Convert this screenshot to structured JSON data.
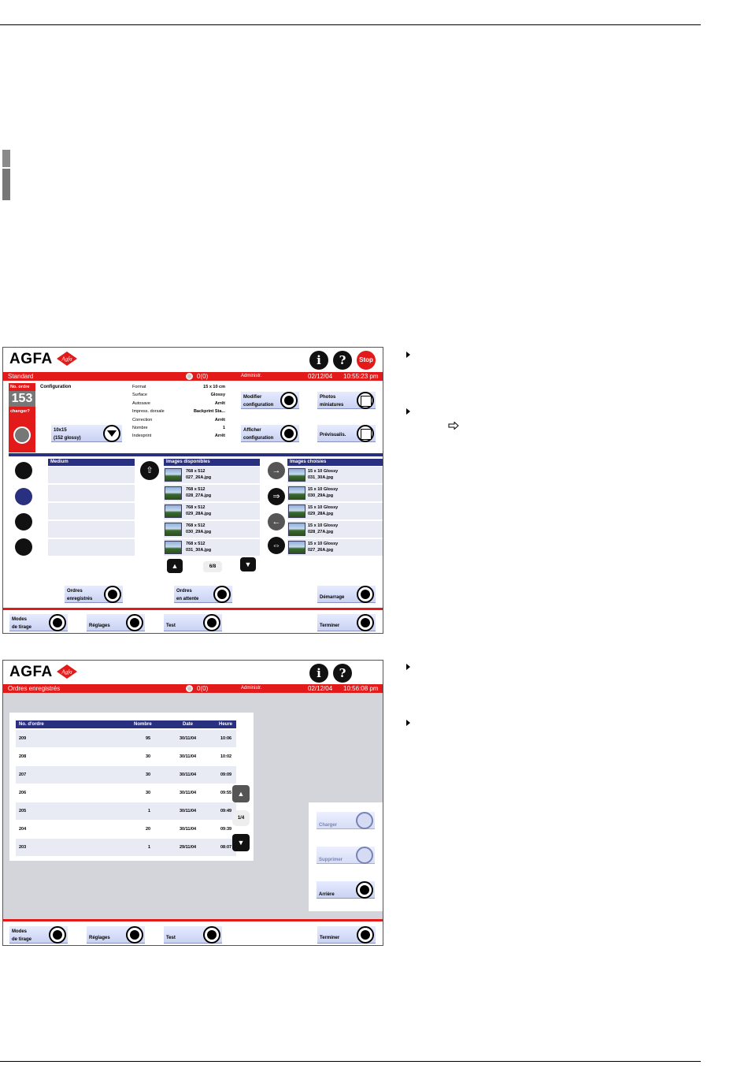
{
  "screen1": {
    "logo": "AGFA",
    "logo_badge": "Agfa",
    "icons": {
      "info": "i",
      "help": "?",
      "stop": "Stop"
    },
    "status": {
      "title": "Standard",
      "counter": "0(0)",
      "user": "Administr.",
      "date": "02/12/04",
      "time": "10:55:23 pm"
    },
    "ordre": {
      "label": "No. ordre",
      "number": "153",
      "change": "changer?"
    },
    "configuration_label": "Configuration",
    "config_fields": [
      {
        "k": "Format",
        "v": "15 x 10 cm"
      },
      {
        "k": "Surface",
        "v": "Glossy"
      },
      {
        "k": "Autosave",
        "v": "Arrêt"
      },
      {
        "k": "Impress. dorsale",
        "v": "Backprint Sta..."
      },
      {
        "k": "Correction",
        "v": "Arrêt"
      },
      {
        "k": "Nombre",
        "v": "1"
      },
      {
        "k": "Indexprint",
        "v": "Arrêt"
      }
    ],
    "format_select": {
      "line1": "10x15",
      "line2": "(152 glossy)"
    },
    "buttons": {
      "modifier": {
        "l1": "Modifier",
        "l2": "configuration"
      },
      "afficher": {
        "l1": "Afficher",
        "l2": "configuration"
      },
      "photos": {
        "l1": "Photos",
        "l2": "miniatures"
      },
      "previsualis": {
        "l1": "Prévisualis.",
        "l2": ""
      },
      "ordres_enr": {
        "l1": "Ordres",
        "l2": "enregistrés"
      },
      "ordres_att": {
        "l1": "Ordres",
        "l2": "en attente"
      },
      "demarrage": {
        "l1": "Démarrage",
        "l2": ""
      }
    },
    "medium_header": "Medium",
    "images_dispo_header": "Images disponibles",
    "images_choisies_header": "Images choisies",
    "images_dispo": [
      {
        "size": "768 x 512",
        "file": "027_26A.jpg"
      },
      {
        "size": "768 x 512",
        "file": "028_27A.jpg"
      },
      {
        "size": "768 x 512",
        "file": "029_28A.jpg"
      },
      {
        "size": "768 x 512",
        "file": "030_29A.jpg"
      },
      {
        "size": "768 x 512",
        "file": "031_30A.jpg"
      }
    ],
    "images_choisies": [
      {
        "size": "15 x 10 Glossy",
        "file": "031_30A.jpg"
      },
      {
        "size": "15 x 10 Glossy",
        "file": "030_29A.jpg"
      },
      {
        "size": "15 x 10 Glossy",
        "file": "029_28A.jpg"
      },
      {
        "size": "15 x 10 Glossy",
        "file": "028_27A.jpg"
      },
      {
        "size": "15 x 10 Glossy",
        "file": "027_26A.jpg"
      }
    ],
    "page_indicator": "6/8",
    "bottom": {
      "modes": {
        "l1": "Modes",
        "l2": "de tirage"
      },
      "reglages": {
        "l1": "Réglages",
        "l2": ""
      },
      "test": {
        "l1": "Test",
        "l2": ""
      },
      "terminer": {
        "l1": "Terminer",
        "l2": ""
      }
    }
  },
  "screen2": {
    "logo": "AGFA",
    "logo_badge": "Agfa",
    "icons": {
      "info": "i",
      "help": "?"
    },
    "status": {
      "title": "Ordres enregistrés",
      "counter": "0(0)",
      "user": "Administr.",
      "date": "02/12/04",
      "time": "10:56:08 pm"
    },
    "table_headers": {
      "ordre": "No. d'ordre",
      "nombre": "Nombre",
      "date": "Date",
      "heure": "Heure"
    },
    "rows": [
      {
        "ordre": "209",
        "nombre": "95",
        "date": "30/11/04",
        "heure": "10:06"
      },
      {
        "ordre": "208",
        "nombre": "30",
        "date": "30/11/04",
        "heure": "10:02"
      },
      {
        "ordre": "207",
        "nombre": "30",
        "date": "30/11/04",
        "heure": "09:09"
      },
      {
        "ordre": "206",
        "nombre": "30",
        "date": "30/11/04",
        "heure": "09:55"
      },
      {
        "ordre": "205",
        "nombre": "1",
        "date": "30/11/04",
        "heure": "09:49"
      },
      {
        "ordre": "204",
        "nombre": "20",
        "date": "30/11/04",
        "heure": "09:39"
      },
      {
        "ordre": "203",
        "nombre": "1",
        "date": "29/11/04",
        "heure": "08:07"
      }
    ],
    "page_indicator": "1/4",
    "side_buttons": {
      "charger": "Charger",
      "supprimer": "Supprimer",
      "arriere": "Arrière"
    },
    "bottom": {
      "modes": {
        "l1": "Modes",
        "l2": "de tirage"
      },
      "reglages": {
        "l1": "Réglages",
        "l2": ""
      },
      "test": {
        "l1": "Test",
        "l2": ""
      },
      "terminer": {
        "l1": "Terminer",
        "l2": ""
      }
    }
  },
  "colors": {
    "accent_red": "#e31a1a",
    "navy": "#2a3080",
    "button_blue": "#c9d2f2"
  }
}
